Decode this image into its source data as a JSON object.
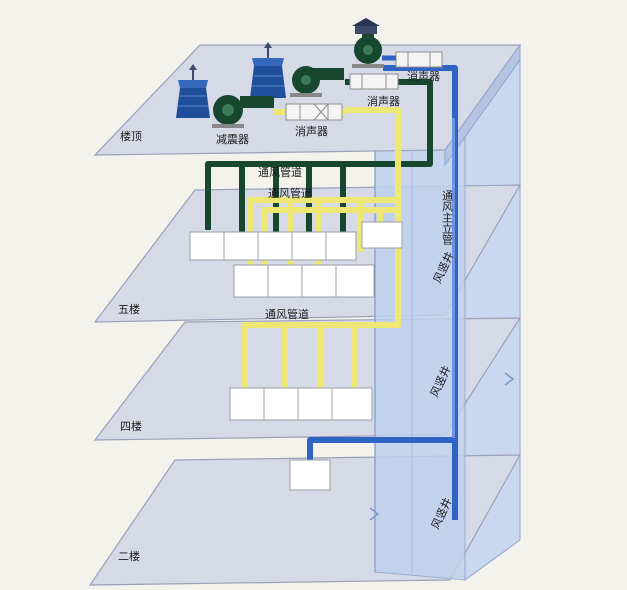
{
  "floors": {
    "roof": "楼顶",
    "f5": "五楼",
    "f4": "四楼",
    "f2": "二楼"
  },
  "labels": {
    "damper": "减震器",
    "silencer_1": "消声器",
    "silencer_2": "消声器",
    "silencer_3": "消声器",
    "duct_top": "通风管道",
    "duct_mid": "通风管道",
    "duct_f4": "通风管道",
    "main_riser": "通风主立管",
    "shaft_1": "风竖井",
    "shaft_2": "风竖井",
    "shaft_3": "风竖井"
  },
  "colors": {
    "floor_fill": "#d6d9e6",
    "floor_stroke": "#9aa0b8",
    "shaft_fill": "#c9d8f0",
    "duct_dark": "#17472f",
    "duct_yellow": "#efe773",
    "duct_blue": "#2f63c4",
    "tower": "#1f4f9a",
    "unit_fill": "#ffffff",
    "unit_stroke": "#9aa0aa"
  }
}
